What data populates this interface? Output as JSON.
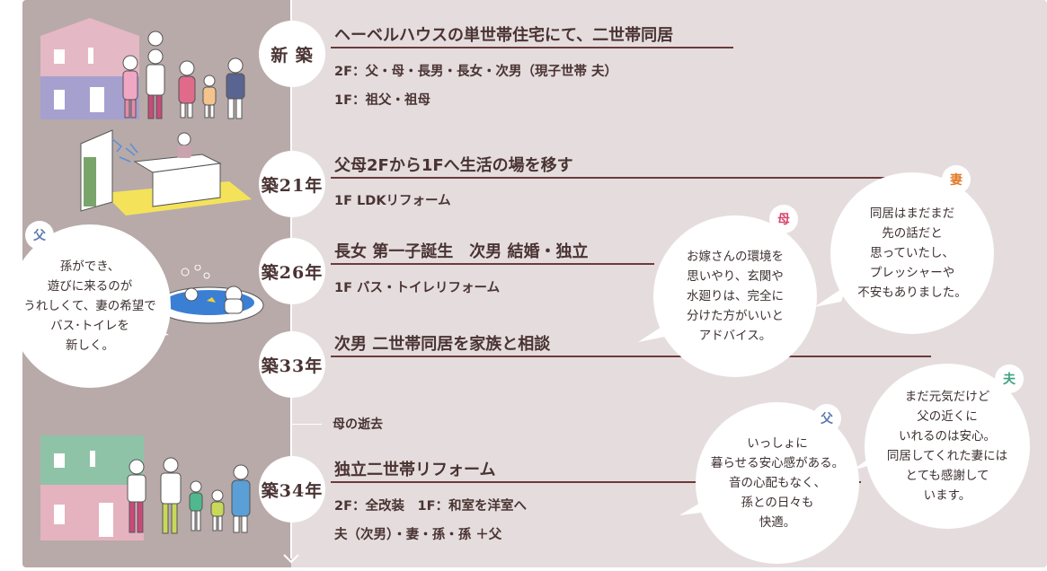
{
  "colors": {
    "left_panel": "#b8aaa9",
    "right_panel": "#e5dddd",
    "underline": "#6a3b3b",
    "badge_father": "#5a78b0",
    "badge_mother": "#d9486f",
    "badge_wife": "#e07b2a",
    "badge_husband": "#3ea37f"
  },
  "timeline": [
    {
      "node": "新 築",
      "title": "ヘーベルハウスの単世帯住宅にて、二世帯同居",
      "details": [
        "2F：父・母・長男・長女・次男（現子世帯 夫）",
        "1F：祖父・祖母"
      ]
    },
    {
      "node": "築21年",
      "title": "父母2Fから1Fへ生活の場を移す",
      "details": [
        "1F LDKリフォーム"
      ]
    },
    {
      "node": "築26年",
      "title": "長女 第一子誕生　次男 結婚・独立",
      "details": [
        "1F バス・トイレリフォーム"
      ]
    },
    {
      "node": "築33年",
      "title": "次男 二世帯同居を家族と相談",
      "details": []
    },
    {
      "node": "築34年",
      "title": "独立二世帯リフォーム",
      "details": [
        "2F：全改装　1F：和室を洋室へ",
        "夫（次男）・妻・孫・孫 ＋父"
      ]
    }
  ],
  "event_mother_passing": "母の逝去",
  "bubbles": {
    "father_left": {
      "badge": "父",
      "lines": [
        "孫ができ、",
        "遊びに来るのが",
        "うれしくて、妻の希望で",
        "バス･トイレを",
        "新しく。"
      ]
    },
    "mother": {
      "badge": "母",
      "lines": [
        "お嫁さんの環境を",
        "思いやり、玄関や",
        "水廻りは、完全に",
        "分けた方がいいと",
        "アドバイス。"
      ]
    },
    "wife": {
      "badge": "妻",
      "lines": [
        "同居はまだまだ",
        "先の話だと",
        "思っていたし、",
        "プレッシャーや",
        "不安もありました。"
      ]
    },
    "father_right": {
      "badge": "父",
      "lines": [
        "いっしょに",
        "暮らせる安心感がある。",
        "音の心配もなく、",
        "孫との日々も",
        "快適。"
      ]
    },
    "husband": {
      "badge": "夫",
      "lines": [
        "まだ元気だけど",
        "父の近くに",
        "いれるのは安心。",
        "同居してくれた妻には",
        "とても感謝して",
        "います。"
      ]
    }
  }
}
